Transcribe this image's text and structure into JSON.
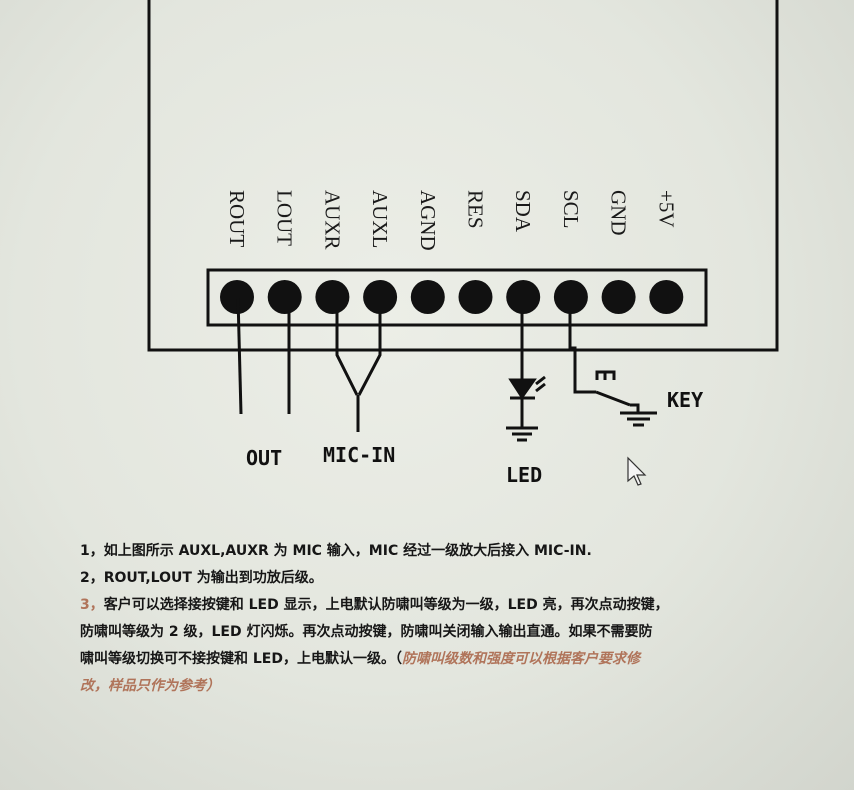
{
  "pins": [
    "ROUT",
    "LOUT",
    "AUXR",
    "AUXL",
    "AGND",
    "RES",
    "SDA",
    "SCL",
    "GND",
    "+5V"
  ],
  "signals": {
    "out": "OUT",
    "mic_in": "MIC-IN",
    "led": "LED",
    "key": "KEY"
  },
  "notes": {
    "line1": "1，如上图所示 AUXL,AUXR 为 MIC 输入，MIC 经过一级放大后接入 MIC-IN.",
    "line2": "2，ROUT,LOUT 为输出到功放后级。",
    "line3_num": "3，",
    "line3": "客户可以选择接按键和 LED 显示，上电默认防啸叫等级为一级，LED 亮，再次点动按键，",
    "line4": "防啸叫等级为 2 级，LED 灯闪烁。再次点动按键，防啸叫关闭输入输出直通。如果不需要防",
    "line5a": "啸叫等级切换可不接按键和 LED，上电默认一级。（",
    "line5b": "防啸叫级数和强度可以根据客户要求修",
    "line6": "改，样品只作为参考）"
  },
  "colors": {
    "ink": "#111111",
    "accent": "#b0745a",
    "paper": "#e6e8e1"
  }
}
